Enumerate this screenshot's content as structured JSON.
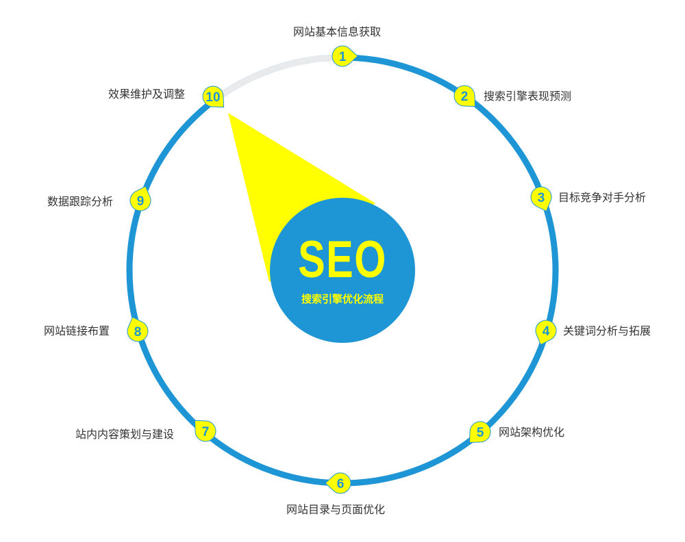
{
  "center": {
    "title": "SEO",
    "subtitle": "搜索引擎优化流程"
  },
  "colors": {
    "ring": "#1e95d4",
    "ring_inactive": "#e8eaec",
    "marker": "#ffff00",
    "accent": "#1e95d4"
  },
  "steps": [
    {
      "num": "1",
      "label": "网站基本信息获取"
    },
    {
      "num": "2",
      "label": "搜索引擎表现预测"
    },
    {
      "num": "3",
      "label": "目标竞争对手分析"
    },
    {
      "num": "4",
      "label": "关键词分析与拓展"
    },
    {
      "num": "5",
      "label": "网站架构优化"
    },
    {
      "num": "6",
      "label": "网站目录与页面优化"
    },
    {
      "num": "7",
      "label": "站内内容策划与建设"
    },
    {
      "num": "8",
      "label": "网站链接布置"
    },
    {
      "num": "9",
      "label": "数据跟踪分析"
    },
    {
      "num": "10",
      "label": "效果维护及调整"
    }
  ]
}
